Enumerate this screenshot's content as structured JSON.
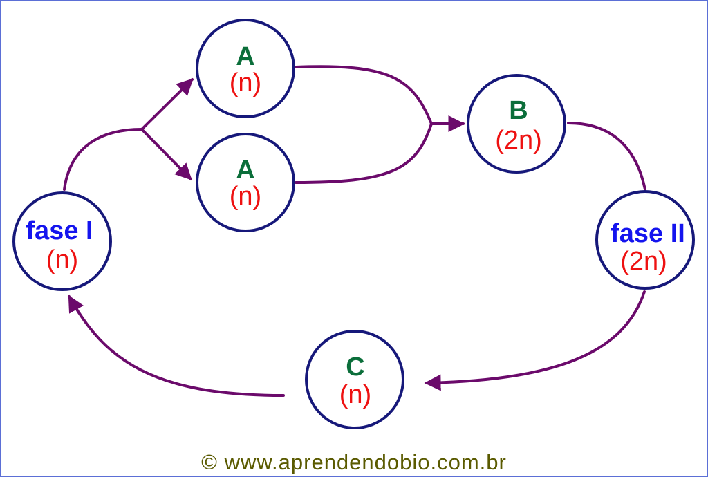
{
  "colors": {
    "frame": "#5b6fd6",
    "circle_stroke": "#16187a",
    "arrow": "#6b0a6b",
    "green_label": "#0b6e3a",
    "blue_label": "#1414ee",
    "red_label": "#ee1111",
    "credit": "#5a5a00"
  },
  "nodes": {
    "fase1": {
      "title": "fase I",
      "sub": "(n)"
    },
    "a_top": {
      "title": "A",
      "sub": "(n)"
    },
    "a_bottom": {
      "title": "A",
      "sub": "(n)"
    },
    "b": {
      "title": "B",
      "sub": "(2n)"
    },
    "fase2": {
      "title": "fase II",
      "sub": "(2n)"
    },
    "c": {
      "title": "C",
      "sub": "(n)"
    }
  },
  "credit": "© www.aprendendobio.com.br"
}
